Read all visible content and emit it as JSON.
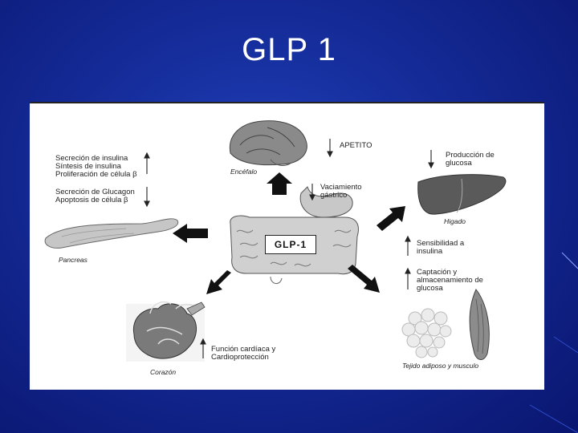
{
  "slide": {
    "title": "GLP 1"
  },
  "figure": {
    "center_label": "GLP-1",
    "brain": {
      "name": "Encéfalo",
      "effects": [
        "APETITO",
        "Vaciamiento\ngástrico"
      ]
    },
    "pancreas": {
      "name": "Pancreas",
      "effects_up": "Secreción de insulina\nSíntesis de insulina\nProliferación de célula β",
      "effects_down": "Secreción de Glucagon\nApoptosis de célula β"
    },
    "liver": {
      "name": "Higado",
      "effect": "Producción de\nglucosa"
    },
    "muscle": {
      "name": "Tejido adiposo y musculo",
      "effects": [
        "Sensibilidad a\ninsulina",
        "Captación y\nalmacenamiento de\nglucosa"
      ]
    },
    "heart": {
      "name": "Corazón",
      "effect": "Función cardíaca y\nCardioprotección"
    }
  }
}
